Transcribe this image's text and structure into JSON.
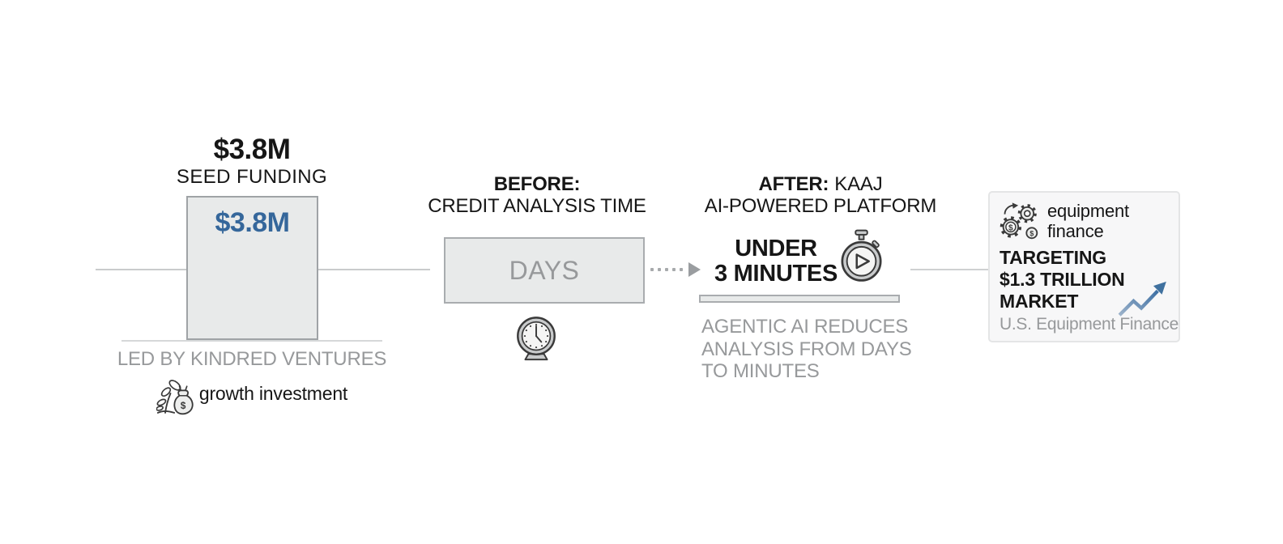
{
  "palette": {
    "accent_blue": "#35679B",
    "trend_blue": "#3D6FA3",
    "text_black": "#161616",
    "text_gray": "#97999B",
    "box_fill": "#E8EAEA",
    "box_border": "#A9ACAF",
    "card_fill": "#F7F7F8",
    "card_border": "#E4E5E6",
    "line_gray": "#C9CBCC"
  },
  "glyphs": {
    "dollar": "$"
  },
  "funding": {
    "headline_amount": "$3.8M",
    "headline_label": "SEED FUNDING",
    "bar_value": "$3.8M",
    "led_by": "LED BY KINDRED VENTURES",
    "note": "growth investment",
    "icon": "plant-money-bag-icon"
  },
  "before": {
    "title_bold": "BEFORE:",
    "subtitle": "CREDIT ANALYSIS TIME",
    "duration": "DAYS",
    "icon": "desk-clock-icon"
  },
  "after": {
    "title_bold": "AFTER:",
    "title_rest": "KAAJ",
    "subtitle": "AI-POWERED PLATFORM",
    "duration_line1": "UNDER",
    "duration_line2": "3 MINUTES",
    "icon": "stopwatch-play-icon",
    "note_lines": [
      "AGENTIC AI REDUCES",
      "ANALYSIS FROM DAYS",
      "TO MINUTES"
    ]
  },
  "market": {
    "icon": "gears-dollar-icon",
    "category_line1": "equipment",
    "category_line2": "finance",
    "headline_line1": "TARGETING",
    "headline_line2": "$1.3 TRILLION",
    "headline_line3": "MARKET",
    "trend_icon": "trend-up-arrow-icon",
    "sublabel": "U.S. Equipment Finance"
  }
}
